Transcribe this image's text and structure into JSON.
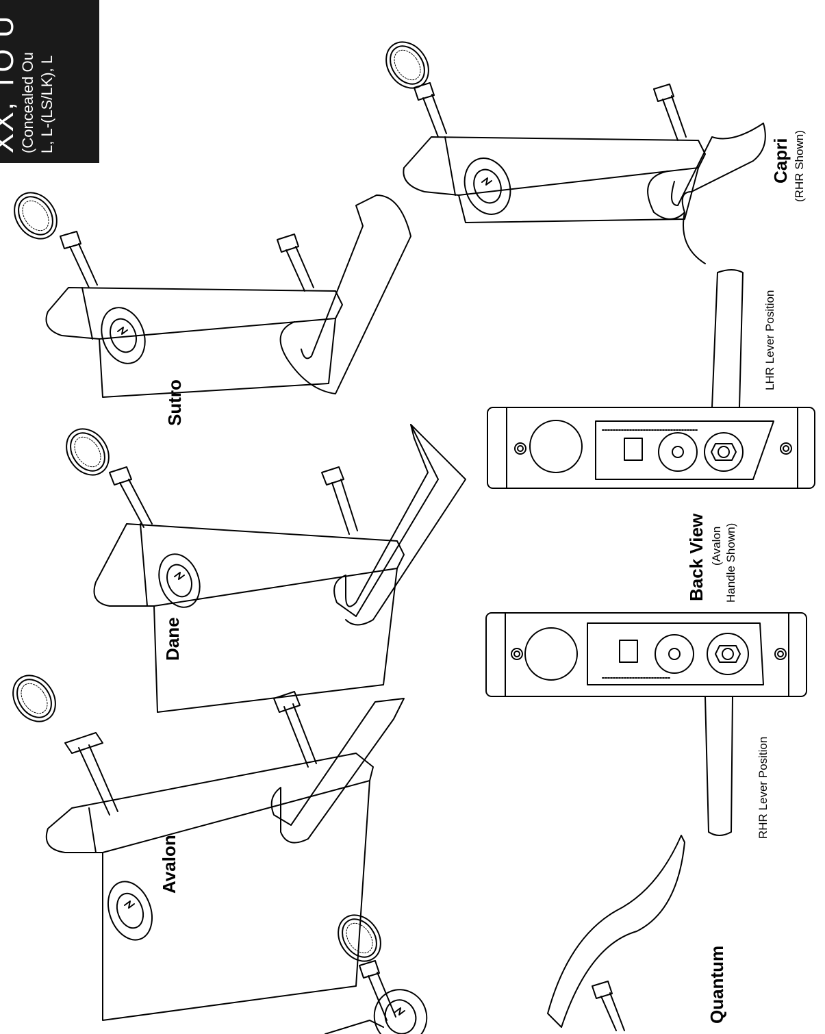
{
  "header": {
    "line1": "XX, TO U",
    "line2": "(Concealed Ou",
    "line3": "L, L-(LS/LK), L"
  },
  "labels": {
    "avalon": "Avalon",
    "dane": "Dane",
    "sutro": "Sutro",
    "quantum": "Quantum",
    "capri": "Capri",
    "capri_sub": "(RHR Shown)",
    "back_view": "Back View",
    "back_view_sub1": "(Avalon",
    "back_view_sub2": "Handle Shown)",
    "rhr_position": "RHR Lever Position",
    "lhr_position": "LHR Lever Position"
  }
}
